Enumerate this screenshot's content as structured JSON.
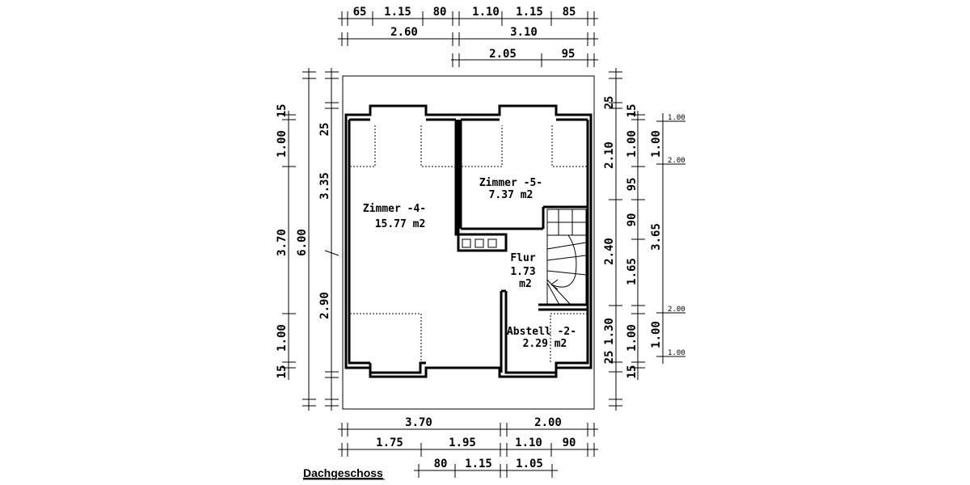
{
  "title": "Dachgeschoss",
  "rooms": {
    "zimmer4": {
      "name": "Zimmer -4-",
      "area": "15.77 m2"
    },
    "zimmer5": {
      "name": "Zimmer -5-",
      "area": "7.37 m2"
    },
    "flur": {
      "name": "Flur",
      "area_num": "1.73",
      "area_unit": "m2"
    },
    "abstell": {
      "name": "Abstell -2-",
      "area": "2.29 m2"
    }
  },
  "top_dims": {
    "row1": [
      "65",
      "1.15",
      "80",
      "1.10",
      "1.15",
      "85"
    ],
    "row2": [
      "2.60",
      "3.10"
    ],
    "row3": [
      "2.05",
      "95"
    ]
  },
  "bottom_dims": {
    "row1": [
      "3.70",
      "2.00"
    ],
    "row2": [
      "1.75",
      "1.95",
      "1.10",
      "90"
    ],
    "row3": [
      "80",
      "1.15",
      "1.05"
    ]
  },
  "left_dims": {
    "outer": [
      "15",
      "1.00",
      "3.70",
      "1.00",
      "15"
    ],
    "mid": [
      "6.00"
    ],
    "inner": [
      "25",
      "3.35",
      "2.90"
    ]
  },
  "right_dims": {
    "col1": [
      "25",
      "2.10",
      "2.40",
      "1.30",
      "25"
    ],
    "col2": [
      "15",
      "1.00",
      "95",
      "90",
      "1.65",
      "1.00",
      "15"
    ],
    "col3": [
      "1.00",
      "3.65",
      "1.00"
    ],
    "levels": [
      "1.00",
      "2.00",
      "2.00",
      "1.00"
    ]
  }
}
